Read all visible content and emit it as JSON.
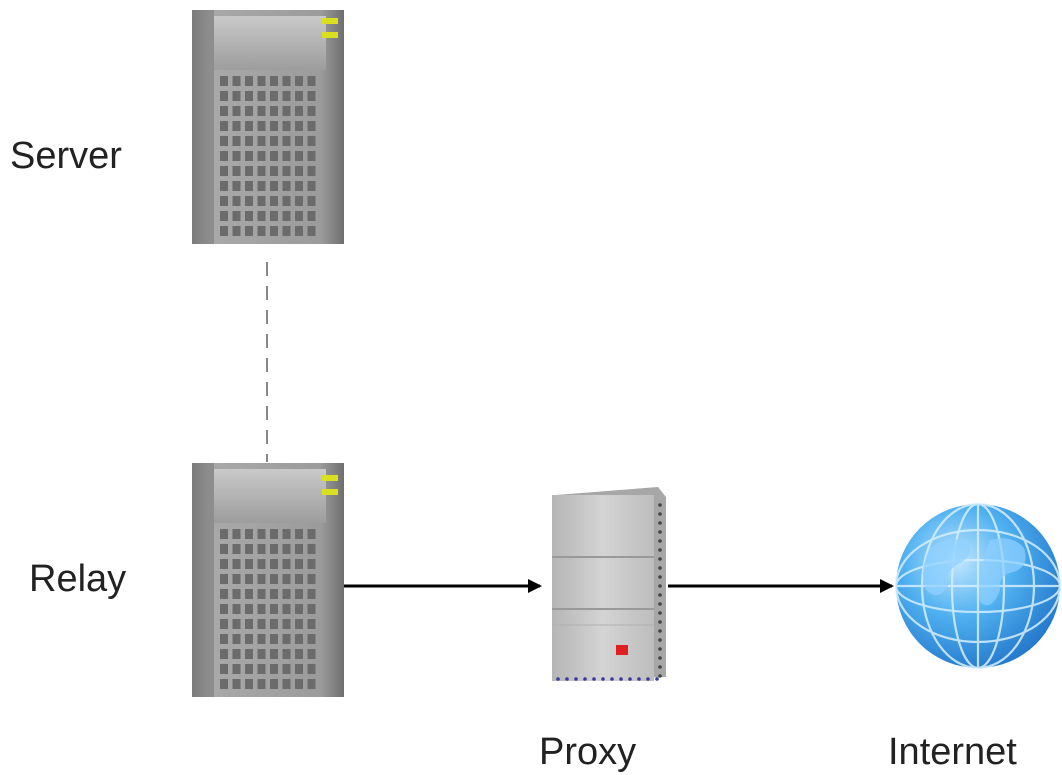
{
  "diagram": {
    "nodes": [
      {
        "id": "server",
        "label": "Server",
        "icon": "server-tower-icon"
      },
      {
        "id": "relay",
        "label": "Relay",
        "icon": "server-tower-icon"
      },
      {
        "id": "proxy",
        "label": "Proxy",
        "icon": "proxy-device-icon"
      },
      {
        "id": "internet",
        "label": "Internet",
        "icon": "globe-icon"
      }
    ],
    "edges": [
      {
        "from": "server",
        "to": "relay",
        "style": "dashed",
        "arrow": false
      },
      {
        "from": "relay",
        "to": "proxy",
        "style": "solid",
        "arrow": true
      },
      {
        "from": "proxy",
        "to": "internet",
        "style": "solid",
        "arrow": true
      }
    ]
  },
  "colors": {
    "server_body": "#9a9a9a",
    "server_grid": "#6b6b6b",
    "status_led": "#d8e020",
    "proxy_body": "#c8c8c8",
    "proxy_led": "#e02020",
    "globe_blue": "#3a9ee8",
    "edge": "#000000",
    "dashed_edge": "#888888"
  }
}
